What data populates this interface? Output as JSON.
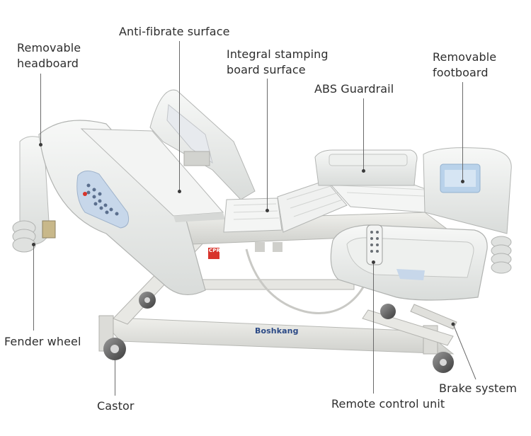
{
  "callouts": {
    "removable_headboard": "Removable\nheadboard",
    "anti_fibrate_surface": "Anti-fibrate surface",
    "integral_stamping": "Integral stamping\nboard surface",
    "removable_footboard": "Removable\nfootboard",
    "abs_guardrail": "ABS Guardrail",
    "fender_wheel": "Fender wheel",
    "castor": "Castor",
    "remote_control_unit": "Remote control unit",
    "brake_system": "Brake system"
  },
  "bed_markings": {
    "brand": "Boshkang",
    "cpr_tag": "CPR"
  },
  "colors": {
    "bed_body": "#eef0ee",
    "bed_shadow": "#c9ccca",
    "frame": "#e4e4e0",
    "panel_blue": "#b9d2ea",
    "cpr_red": "#d8342c",
    "label_text": "#2e2e2e",
    "leader_line": "#6a6a6a"
  }
}
